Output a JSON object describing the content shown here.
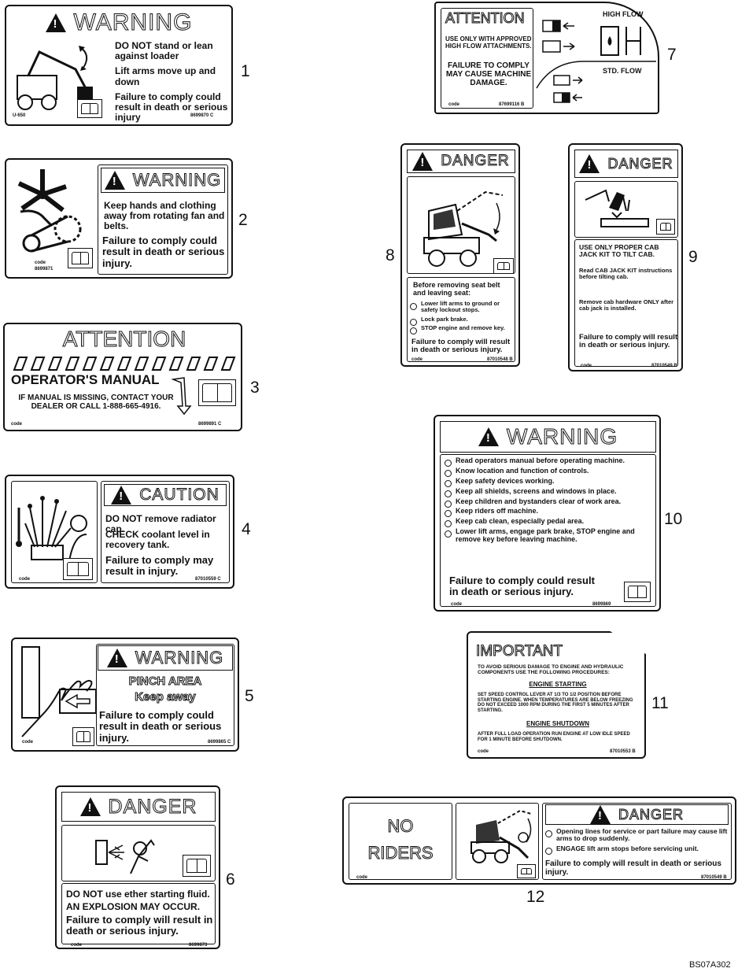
{
  "callouts": [
    "1",
    "2",
    "3",
    "4",
    "5",
    "6",
    "7",
    "8",
    "9",
    "10",
    "11",
    "12"
  ],
  "figure_code": "BS07A302",
  "decal1": {
    "header": "WARNING",
    "lines": [
      "DO NOT stand or lean against loader",
      "Lift arms move up and down"
    ],
    "failure": "Failure to comply could result in death or serious injury",
    "code_left": "U-650",
    "code_right": "8699870 C"
  },
  "decal2": {
    "header": "WARNING",
    "body": "Keep hands and clothing away from rotating fan and belts.",
    "failure": "Failure to comply could result in death or serious injury.",
    "code_left": "code",
    "code_right": "8699871"
  },
  "decal3": {
    "header": "ATTENTION",
    "title": "OPERATOR'S MANUAL",
    "body": "IF MANUAL IS MISSING, CONTACT YOUR DEALER OR CALL 1-888-665-4916.",
    "code_left": "code",
    "code_right": "8699891 C"
  },
  "decal4": {
    "header": "CAUTION",
    "line1": "DO NOT remove radiator cap.",
    "line2": "CHECK coolant level in recovery tank.",
    "failure": "Failure to comply may result in injury.",
    "code_left": "code",
    "code_right": "87010559 C"
  },
  "decal5": {
    "header": "WARNING",
    "title": "PINCH AREA",
    "subtitle": "Keep away",
    "failure": "Failure to comply could result in death or serious injury.",
    "code_left": "code",
    "code_right": "8699865 C"
  },
  "decal6": {
    "header": "DANGER",
    "line1": "DO NOT use ether starting fluid.",
    "line2": "AN EXPLOSION MAY OCCUR.",
    "failure": "Failure to comply will result in death or serious injury.",
    "code_left": "code",
    "code_right": "8699873"
  },
  "decal7": {
    "header": "ATTENTION",
    "line1": "USE ONLY WITH APPROVED HIGH FLOW ATTACHMENTS.",
    "line2": "FAILURE TO COMPLY MAY CAUSE MACHINE DAMAGE.",
    "high_flow": "HIGH FLOW",
    "std_flow": "STD. FLOW",
    "code_left": "code",
    "code_right": "87699116 B"
  },
  "decal8": {
    "header": "DANGER",
    "intro": "Before removing seat belt and leaving seat:",
    "items": [
      "Lower lift arms to ground or safety lockout stops.",
      "Lock park brake.",
      "STOP engine and remove key."
    ],
    "failure": "Failure to comply will result in death or serious injury.",
    "code_left": "code",
    "code_right": "87010548 B"
  },
  "decal9": {
    "header": "DANGER",
    "line1": "USE ONLY PROPER CAB JACK KIT TO TILT CAB.",
    "line2": "Read CAB JACK KIT instructions before tilting cab.",
    "line3": "Remove cab hardware ONLY after cab jack is installed.",
    "failure": "Failure to comply will result in death or serious injury.",
    "code_left": "code",
    "code_right": "87010549 B"
  },
  "decal10": {
    "header": "WARNING",
    "items": [
      "Read operators manual before operating machine.",
      "Know location and function of controls.",
      "Keep safety devices working.",
      "Keep all shields, screens and windows in place.",
      "Keep children and bystanders clear of work area.",
      "Keep riders off machine.",
      "Keep cab clean, especially pedal area.",
      "Lower lift arms, engage park brake, STOP engine and remove key before leaving machine."
    ],
    "failure": "Failure to comply could result in death or serious injury.",
    "code_left": "code",
    "code_right": "8699869"
  },
  "decal11": {
    "header": "IMPORTANT",
    "intro": "TO AVOID SERIOUS DAMAGE TO ENGINE AND HYDRAULIC COMPONENTS USE THE FOLLOWING PROCEDURES:",
    "h1": "ENGINE STARTING",
    "p1": "SET SPEED CONTROL LEVER AT 1/3 TO 1/2 POSITION BEFORE STARTING ENGINE. WHEN TEMPERATURES ARE BELOW FREEZING DO NOT EXCEED 1000 RPM DURING THE FIRST 5 MINUTES AFTER STARTING.",
    "h2": "ENGINE SHUTDOWN",
    "p2": "AFTER FULL LOAD OPERATION RUN ENGINE AT LOW IDLE SPEED FOR 1 MINUTE BEFORE SHUTDOWN.",
    "code_left": "code",
    "code_right": "87010553 B"
  },
  "decal12": {
    "left": [
      "NO",
      "RIDERS"
    ],
    "header": "DANGER",
    "items": [
      "Opening lines for service or part failure may cause lift arms to drop suddenly.",
      "ENGAGE lift arm stops before servicing unit."
    ],
    "failure": "Failure to comply will result in death or serious injury.",
    "code_left": "code",
    "code_right": "87010549 B"
  }
}
